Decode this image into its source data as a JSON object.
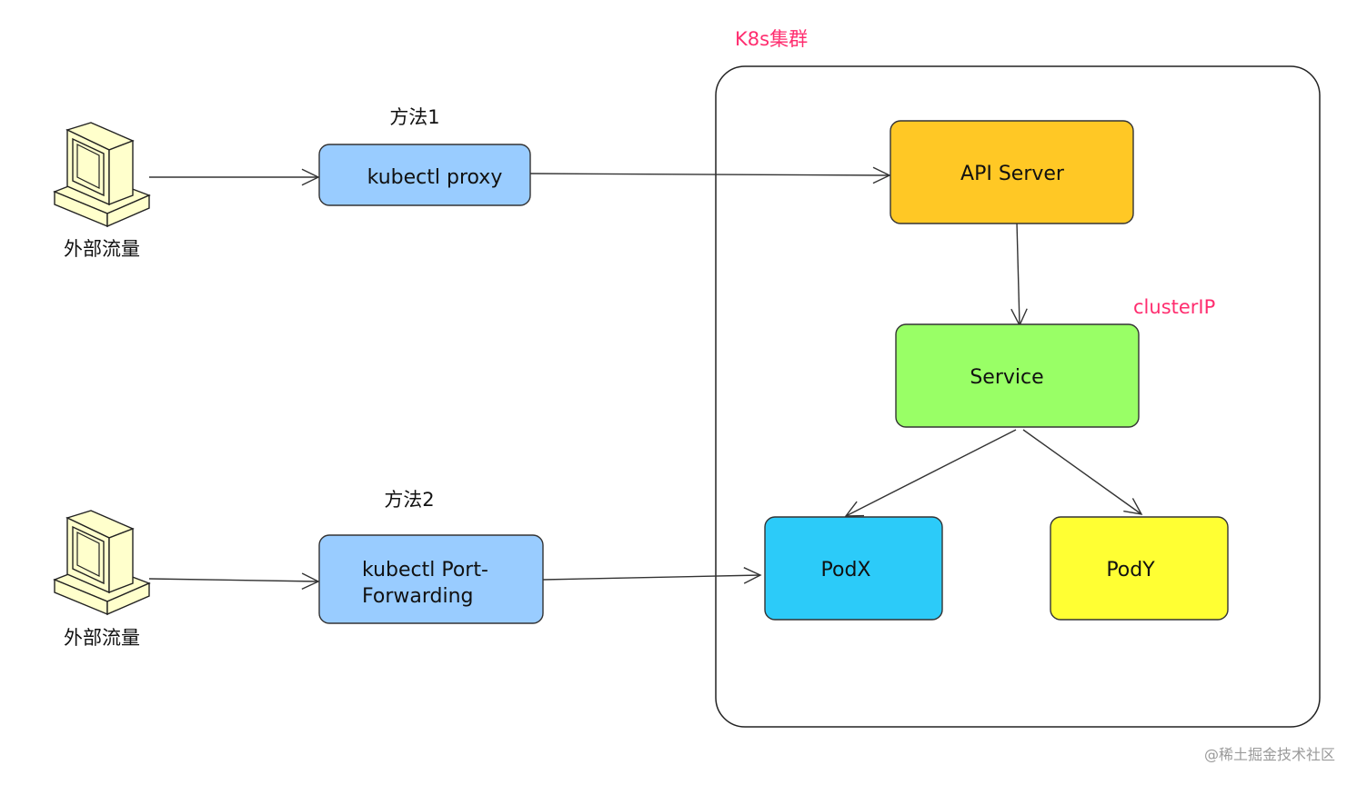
{
  "cluster": {
    "label": "K8s集群",
    "label_color": "#ff2d6f"
  },
  "clients": [
    {
      "id": "client-1",
      "label": "外部流量",
      "icon": "desktop-computer-icon"
    },
    {
      "id": "client-2",
      "label": "外部流量",
      "icon": "desktop-computer-icon"
    }
  ],
  "methods": [
    {
      "id": "method-1",
      "label": "方法1"
    },
    {
      "id": "method-2",
      "label": "方法2"
    }
  ],
  "nodes": [
    {
      "id": "kubectl-proxy",
      "label": [
        "kubectl proxy"
      ],
      "fill": "#99ccff"
    },
    {
      "id": "kubectl-port-forwarding",
      "label": [
        "kubectl Port-",
        "Forwarding"
      ],
      "fill": "#99ccff"
    },
    {
      "id": "api-server",
      "label": [
        "API Server"
      ],
      "fill": "#ffc825"
    },
    {
      "id": "service",
      "label": [
        "Service"
      ],
      "fill": "#99ff66"
    },
    {
      "id": "podx",
      "label": [
        "PodX"
      ],
      "fill": "#2ccbf9"
    },
    {
      "id": "pody",
      "label": [
        "PodY"
      ],
      "fill": "#ffff33"
    }
  ],
  "service_annotation": {
    "label": "clusterIP",
    "color": "#ff2d6f"
  },
  "edges": [
    {
      "from": "client-1",
      "to": "kubectl-proxy"
    },
    {
      "from": "kubectl-proxy",
      "to": "api-server"
    },
    {
      "from": "api-server",
      "to": "service"
    },
    {
      "from": "service",
      "to": "podx"
    },
    {
      "from": "service",
      "to": "pody"
    },
    {
      "from": "client-2",
      "to": "kubectl-port-forwarding"
    },
    {
      "from": "kubectl-port-forwarding",
      "to": "podx"
    }
  ],
  "watermark": "@稀土掘金技术社区"
}
